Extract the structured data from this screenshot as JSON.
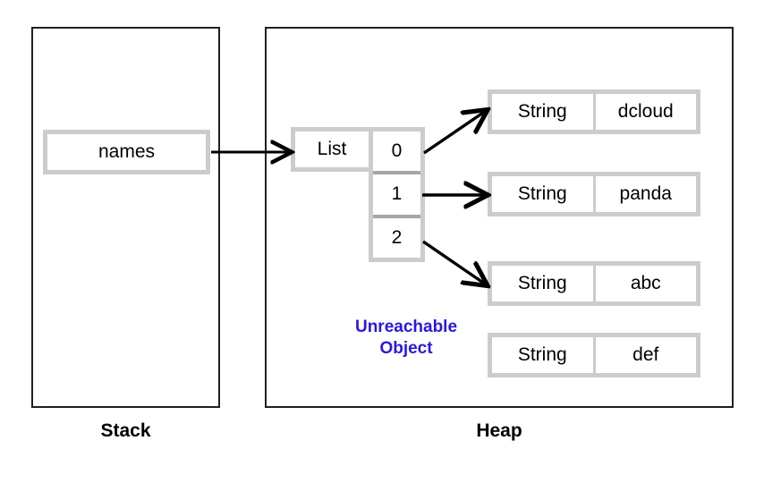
{
  "diagram": {
    "title": "Stack and Heap memory diagram with unreachable object",
    "regions": [
      {
        "id": "stack",
        "label": "Stack"
      },
      {
        "id": "heap",
        "label": "Heap"
      }
    ],
    "stack": {
      "variables": [
        {
          "name": "names"
        }
      ]
    },
    "heap": {
      "list_object": {
        "type_label": "List",
        "indices": [
          "0",
          "1",
          "2"
        ]
      },
      "string_objects": [
        {
          "type_label": "String",
          "value": "dcloud",
          "reachable": true
        },
        {
          "type_label": "String",
          "value": "panda",
          "reachable": true
        },
        {
          "type_label": "String",
          "value": "abc",
          "reachable": true
        },
        {
          "type_label": "String",
          "value": "def",
          "reachable": false
        }
      ],
      "annotation": {
        "line1": "Unreachable",
        "line2": "Object",
        "color": "#2a18e0"
      }
    },
    "colors": {
      "region_border": "#231f20",
      "box_frame": "#cccccc",
      "cell_divider": "#a6a6a6",
      "arrow": "#000000",
      "text": "#000000",
      "annotation": "#2a18e0",
      "background": "#ffffff"
    },
    "arrows": [
      {
        "name": "names-to-list",
        "from": "names",
        "to": "List"
      },
      {
        "name": "index0-to-string0",
        "from": "0",
        "to": "dcloud"
      },
      {
        "name": "index1-to-string1",
        "from": "1",
        "to": "panda"
      },
      {
        "name": "index2-to-string2",
        "from": "2",
        "to": "abc"
      }
    ]
  }
}
